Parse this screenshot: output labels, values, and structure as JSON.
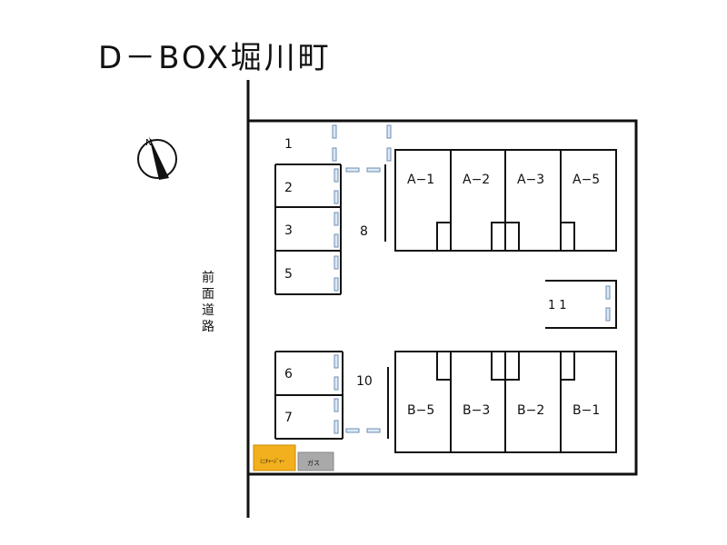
{
  "title": "D－BOX堀川町",
  "compass": {
    "label": "N",
    "icon": "north-arrow-icon"
  },
  "road_label": "前面道路",
  "parking_spaces": [
    "1",
    "2",
    "3",
    "5",
    "8",
    "6",
    "7",
    "10",
    "11"
  ],
  "units_top": [
    "A−1",
    "A−2",
    "A−3",
    "A−5"
  ],
  "units_bottom": [
    "B−5",
    "B−3",
    "B−2",
    "B−1"
  ],
  "facilities": {
    "small_box": "ﾐﾆﾁｬｰｼﾞｬｰ",
    "gas": "ガス"
  },
  "colors": {
    "line": "#111111",
    "marker_fill": "#dbe9f7",
    "marker_stroke": "#6c8cb0",
    "facility_orange": "#f2b01e",
    "gas_gray": "#a9a9a9"
  }
}
